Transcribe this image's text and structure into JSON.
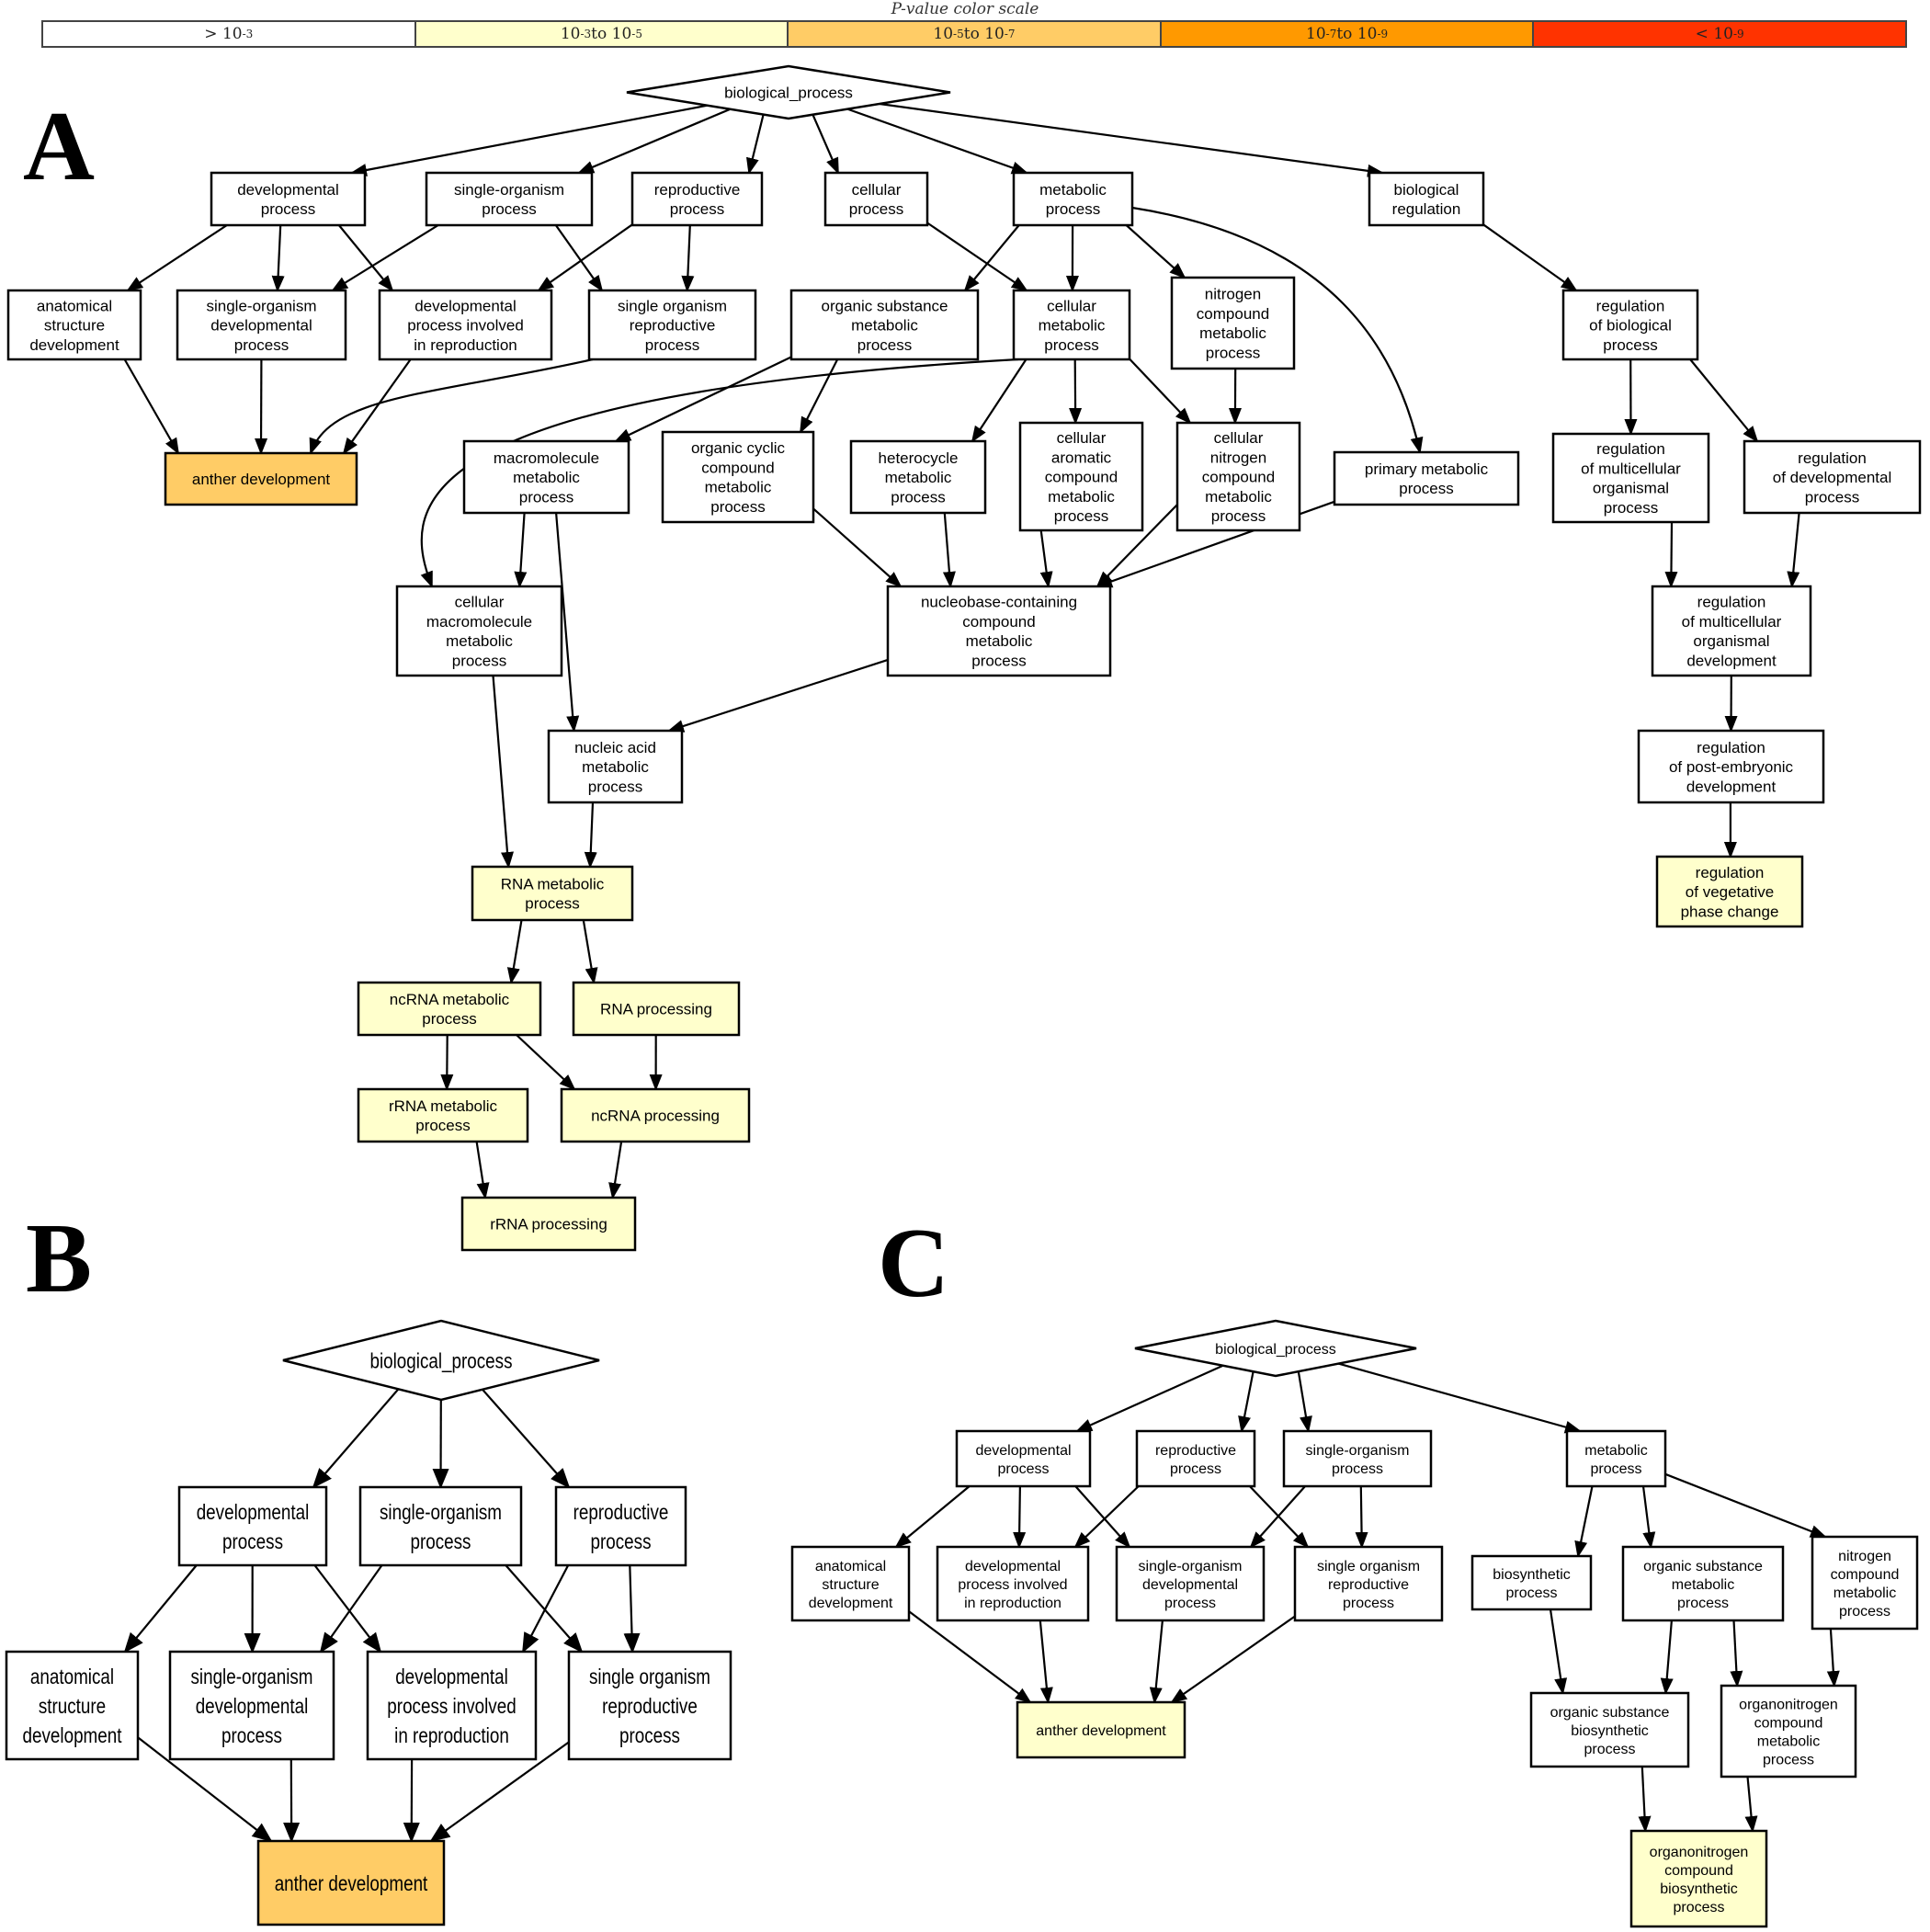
{
  "scale": {
    "title": "P-value color scale",
    "cells": [
      {
        "label_html": "&gt; 10<sup>-3</sup>",
        "color": "#ffffff"
      },
      {
        "label_html": "10<sup>-3</sup> to 10<sup>-5</sup>",
        "color": "#ffffcc"
      },
      {
        "label_html": "10<sup>-5</sup> to 10<sup>-7</sup>",
        "color": "#ffcc66"
      },
      {
        "label_html": "10<sup>-7</sup> to 10<sup>-9</sup>",
        "color": "#ff9900"
      },
      {
        "label_html": "&lt; 10<sup>-9</sup>",
        "color": "#ff3300"
      }
    ]
  },
  "panels": {
    "A": "A",
    "B": "B",
    "C": "C"
  },
  "colors": {
    "white": "#ffffff",
    "pale_yellow": "#ffffcc",
    "orange": "#ffcc66"
  },
  "nodes": {
    "A_root": {
      "lines": [
        "biological_process"
      ],
      "fill": "white"
    },
    "A_dev": {
      "lines": [
        "developmental",
        "process"
      ],
      "fill": "white"
    },
    "A_so": {
      "lines": [
        "single-organism",
        "process"
      ],
      "fill": "white"
    },
    "A_rep": {
      "lines": [
        "reproductive",
        "process"
      ],
      "fill": "white"
    },
    "A_cell": {
      "lines": [
        "cellular",
        "process"
      ],
      "fill": "white"
    },
    "A_met": {
      "lines": [
        "metabolic",
        "process"
      ],
      "fill": "white"
    },
    "A_breg": {
      "lines": [
        "biological",
        "regulation"
      ],
      "fill": "white"
    },
    "A_asd": {
      "lines": [
        "anatomical",
        "structure",
        "development"
      ],
      "fill": "white"
    },
    "A_sodev": {
      "lines": [
        "single-organism",
        "developmental",
        "process"
      ],
      "fill": "white"
    },
    "A_dpir": {
      "lines": [
        "developmental",
        "process involved",
        "in reproduction"
      ],
      "fill": "white"
    },
    "A_sorep": {
      "lines": [
        "single organism",
        "reproductive",
        "process"
      ],
      "fill": "white"
    },
    "A_osm": {
      "lines": [
        "organic substance",
        "metabolic",
        "process"
      ],
      "fill": "white"
    },
    "A_cmet": {
      "lines": [
        "cellular",
        "metabolic",
        "process"
      ],
      "fill": "white"
    },
    "A_ncm": {
      "lines": [
        "nitrogen",
        "compound",
        "metabolic",
        "process"
      ],
      "fill": "white"
    },
    "A_rbp": {
      "lines": [
        "regulation",
        "of biological",
        "process"
      ],
      "fill": "white"
    },
    "A_anther": {
      "lines": [
        "anther development"
      ],
      "fill": "orange"
    },
    "A_macro": {
      "lines": [
        "macromolecule",
        "metabolic",
        "process"
      ],
      "fill": "white"
    },
    "A_occ": {
      "lines": [
        "organic cyclic",
        "compound",
        "metabolic",
        "process"
      ],
      "fill": "white"
    },
    "A_het": {
      "lines": [
        "heterocycle",
        "metabolic",
        "process"
      ],
      "fill": "white"
    },
    "A_cac": {
      "lines": [
        "cellular",
        "aromatic",
        "compound",
        "metabolic",
        "process"
      ],
      "fill": "white"
    },
    "A_cnc": {
      "lines": [
        "cellular",
        "nitrogen",
        "compound",
        "metabolic",
        "process"
      ],
      "fill": "white"
    },
    "A_prim": {
      "lines": [
        "primary metabolic",
        "process"
      ],
      "fill": "white"
    },
    "A_rmop": {
      "lines": [
        "regulation",
        "of multicellular",
        "organismal",
        "process"
      ],
      "fill": "white"
    },
    "A_rdp": {
      "lines": [
        "regulation",
        "of developmental",
        "process"
      ],
      "fill": "white"
    },
    "A_cmm": {
      "lines": [
        "cellular",
        "macromolecule",
        "metabolic",
        "process"
      ],
      "fill": "white"
    },
    "A_nbc": {
      "lines": [
        "nucleobase-containing",
        "compound",
        "metabolic",
        "process"
      ],
      "fill": "white"
    },
    "A_rmod": {
      "lines": [
        "regulation",
        "of multicellular",
        "organismal",
        "development"
      ],
      "fill": "white"
    },
    "A_nam": {
      "lines": [
        "nucleic acid",
        "metabolic",
        "process"
      ],
      "fill": "white"
    },
    "A_rped": {
      "lines": [
        "regulation",
        "of post-embryonic",
        "development"
      ],
      "fill": "white"
    },
    "A_rnam": {
      "lines": [
        "RNA metabolic",
        "process"
      ],
      "fill": "pale_yellow"
    },
    "A_rvpc": {
      "lines": [
        "regulation",
        "of vegetative",
        "phase change"
      ],
      "fill": "pale_yellow"
    },
    "A_ncrnam": {
      "lines": [
        "ncRNA metabolic",
        "process"
      ],
      "fill": "pale_yellow"
    },
    "A_rnap": {
      "lines": [
        "RNA processing"
      ],
      "fill": "pale_yellow"
    },
    "A_rrnam": {
      "lines": [
        "rRNA metabolic",
        "process"
      ],
      "fill": "pale_yellow"
    },
    "A_ncrnap": {
      "lines": [
        "ncRNA processing"
      ],
      "fill": "pale_yellow"
    },
    "A_rrnap": {
      "lines": [
        "rRNA processing"
      ],
      "fill": "pale_yellow"
    },
    "B_root": {
      "lines": [
        "biological_process"
      ],
      "fill": "white"
    },
    "B_dev": {
      "lines": [
        "developmental",
        "process"
      ],
      "fill": "white"
    },
    "B_so": {
      "lines": [
        "single-organism",
        "process"
      ],
      "fill": "white"
    },
    "B_rep": {
      "lines": [
        "reproductive",
        "process"
      ],
      "fill": "white"
    },
    "B_asd": {
      "lines": [
        "anatomical",
        "structure",
        "development"
      ],
      "fill": "white"
    },
    "B_sodev": {
      "lines": [
        "single-organism",
        "developmental",
        "process"
      ],
      "fill": "white"
    },
    "B_dpir": {
      "lines": [
        "developmental",
        "process involved",
        "in reproduction"
      ],
      "fill": "white"
    },
    "B_sorep": {
      "lines": [
        "single organism",
        "reproductive",
        "process"
      ],
      "fill": "white"
    },
    "B_anther": {
      "lines": [
        "anther development"
      ],
      "fill": "orange"
    },
    "C_root": {
      "lines": [
        "biological_process"
      ],
      "fill": "white"
    },
    "C_dev": {
      "lines": [
        "developmental",
        "process"
      ],
      "fill": "white"
    },
    "C_rep": {
      "lines": [
        "reproductive",
        "process"
      ],
      "fill": "white"
    },
    "C_so": {
      "lines": [
        "single-organism",
        "process"
      ],
      "fill": "white"
    },
    "C_met": {
      "lines": [
        "metabolic",
        "process"
      ],
      "fill": "white"
    },
    "C_asd": {
      "lines": [
        "anatomical",
        "structure",
        "development"
      ],
      "fill": "white"
    },
    "C_dpir": {
      "lines": [
        "developmental",
        "process involved",
        "in reproduction"
      ],
      "fill": "white"
    },
    "C_sodev": {
      "lines": [
        "single-organism",
        "developmental",
        "process"
      ],
      "fill": "white"
    },
    "C_sorep": {
      "lines": [
        "single organism",
        "reproductive",
        "process"
      ],
      "fill": "white"
    },
    "C_bio": {
      "lines": [
        "biosynthetic",
        "process"
      ],
      "fill": "white"
    },
    "C_osm": {
      "lines": [
        "organic substance",
        "metabolic",
        "process"
      ],
      "fill": "white"
    },
    "C_ncm": {
      "lines": [
        "nitrogen",
        "compound",
        "metabolic",
        "process"
      ],
      "fill": "white"
    },
    "C_anther": {
      "lines": [
        "anther development"
      ],
      "fill": "pale_yellow"
    },
    "C_osb": {
      "lines": [
        "organic substance",
        "biosynthetic",
        "process"
      ],
      "fill": "white"
    },
    "C_oncm": {
      "lines": [
        "organonitrogen",
        "compound",
        "metabolic",
        "process"
      ],
      "fill": "white"
    },
    "C_oncb": {
      "lines": [
        "organonitrogen",
        "compound",
        "biosynthetic",
        "process"
      ],
      "fill": "pale_yellow"
    }
  }
}
